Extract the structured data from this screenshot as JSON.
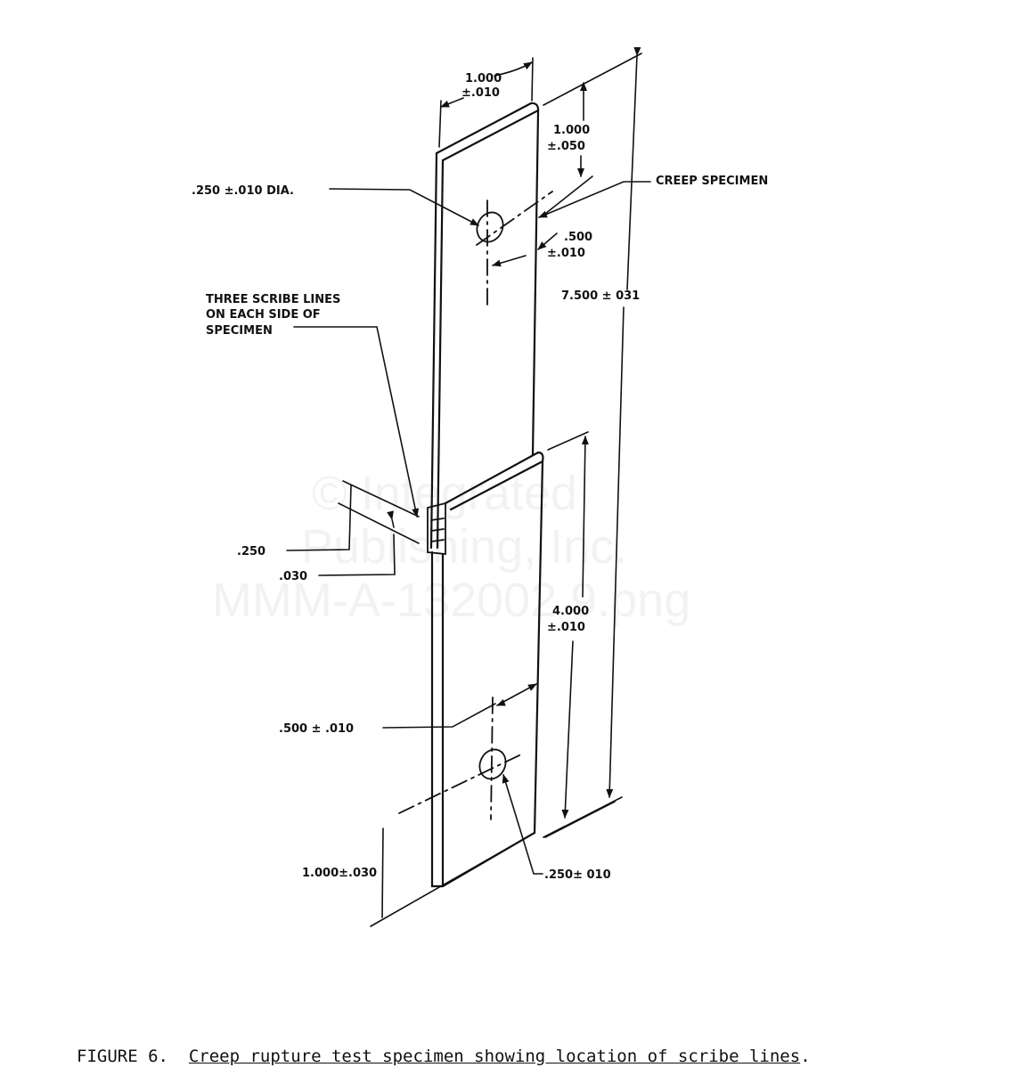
{
  "figure": {
    "number_label": "FIGURE 6.",
    "title": "Creep rupture test specimen showing location of scribe lines",
    "title_end": "."
  },
  "dimensions": {
    "width_value": "1.000",
    "width_tol": "±.010",
    "top_hole_offset_value": "1.000",
    "top_hole_offset_tol": "±.050",
    "top_hole_dia": ".250 ±.010 DIA.",
    "top_hole_edge_value": ".500",
    "top_hole_edge_tol": "±.010",
    "overall_length": "7.500 ± 031",
    "lower_length_value": "4.000",
    "lower_length_tol": "±.010",
    "scribe_spacing": ".250",
    "scribe_width": ".030",
    "bottom_hole_edge": ".500 ± .010",
    "bottom_hole_offset": "1.000±.030",
    "bottom_hole_dia": ".250± 010"
  },
  "callouts": {
    "specimen": "CREEP SPECIMEN",
    "scribe_line1": "THREE SCRIBE LINES",
    "scribe_line2": "ON EACH SIDE OF",
    "scribe_line3": "SPECIMEN"
  },
  "watermark": {
    "line1": "© Integrated",
    "line2": "Publishing, Inc.",
    "line3": "MMM-A-132002 9.png"
  }
}
